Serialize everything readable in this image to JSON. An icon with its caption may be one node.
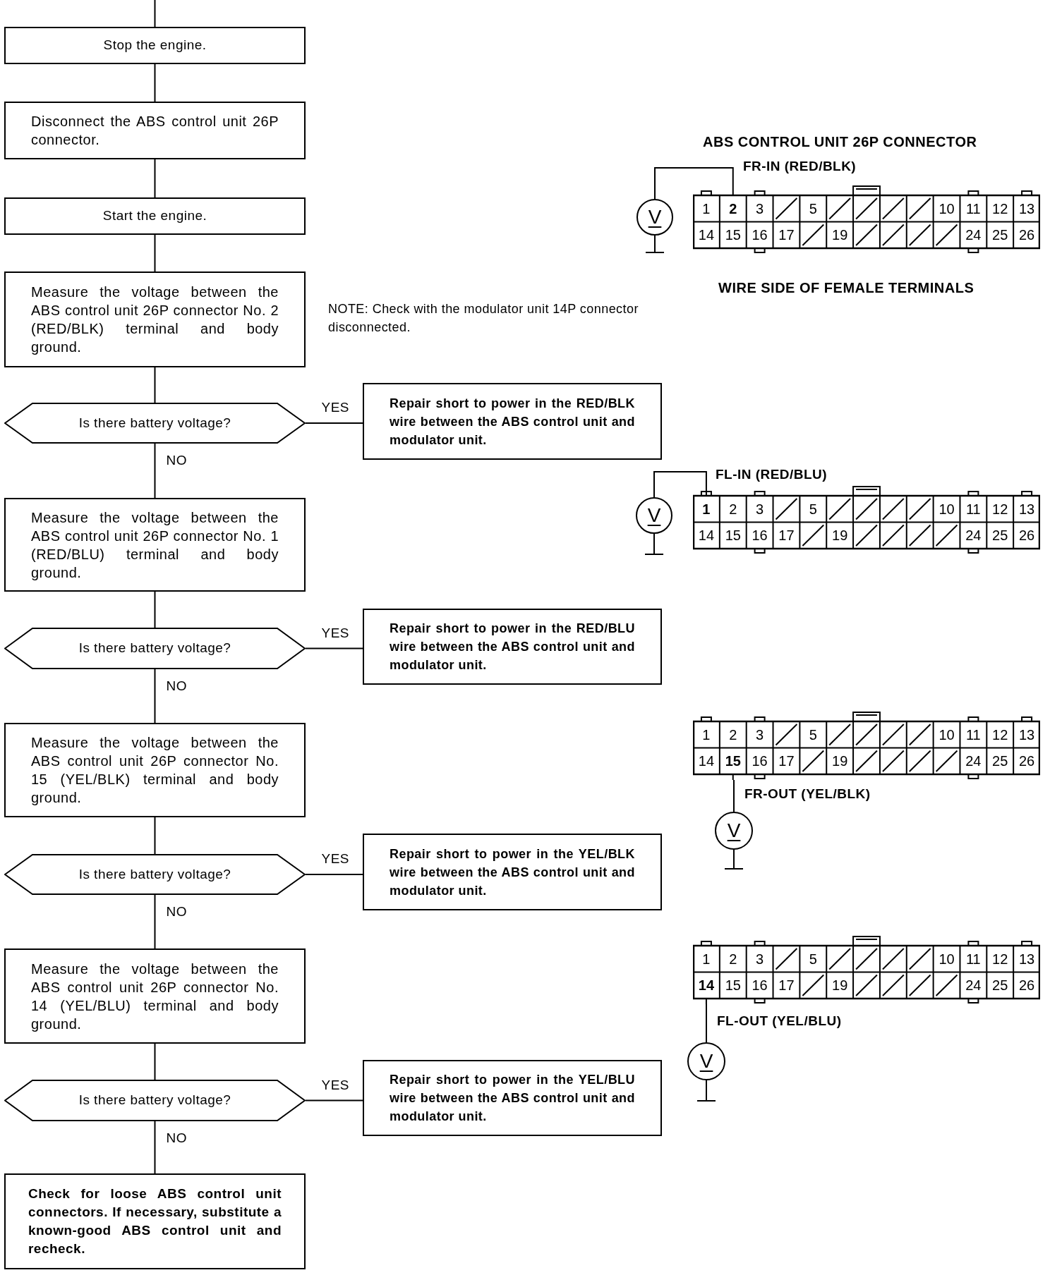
{
  "diagram": {
    "nodes": [
      {
        "text": [
          "Stop the engine."
        ]
      },
      {
        "text": [
          "Disconnect the ABS control unit 26P connector."
        ]
      },
      {
        "text": [
          "Start the engine."
        ]
      },
      {
        "text": [
          "Measure the voltage between the ABS control unit 26P connector No. 2 (RED/BLK) terminal and body ground."
        ]
      },
      {
        "text": [
          "Is there battery voltage?"
        ]
      },
      {
        "text": [
          "Repair short to power in the RED/BLK wire between the ABS control unit and modulator unit."
        ]
      },
      {
        "text": [
          "Measure the voltage between the ABS control unit 26P connector No. 1 (RED/BLU) terminal and body ground."
        ]
      },
      {
        "text": [
          "Is there battery voltage?"
        ]
      },
      {
        "text": [
          "Repair short to power in the RED/BLU wire between the ABS control unit and modulator unit."
        ]
      },
      {
        "text": [
          "Measure the voltage between the ABS control unit 26P connector No. 15 (YEL/BLK) terminal and body ground."
        ]
      },
      {
        "text": [
          "Is there battery voltage?"
        ]
      },
      {
        "text": [
          "Repair short to power in the YEL/BLK wire between the ABS control unit and modulator unit."
        ]
      },
      {
        "text": [
          "Measure the voltage between the ABS control unit 26P connector No. 14 (YEL/BLU) terminal and body ground."
        ]
      },
      {
        "text": [
          "Is there battery voltage?"
        ]
      },
      {
        "text": [
          "Repair short to power in the YEL/BLU wire between the ABS control unit and modulator unit."
        ]
      },
      {
        "text": [
          "Check for loose ABS control unit connectors. If necessary, substitute a known-good ABS control unit and recheck."
        ]
      },
      {
        "text": [],
        "shape": "box"
      },
      {
        "text": [
          "V"
        ]
      },
      {
        "text": [],
        "shape": "box"
      },
      {
        "text": [
          "V"
        ]
      },
      {
        "text": [],
        "shape": "box"
      },
      {
        "text": [
          "V"
        ]
      },
      {
        "text": [],
        "shape": "box"
      },
      {
        "text": [
          "V"
        ]
      }
    ],
    "edges": [
      {
        "from": null,
        "to": 0,
        "arrow": "none"
      },
      {
        "from": 0,
        "to": 1,
        "arrow": "none"
      },
      {
        "from": 1,
        "to": 2,
        "arrow": "none"
      },
      {
        "from": 2,
        "to": 3,
        "arrow": "none"
      },
      {
        "from": 3,
        "to": 4,
        "arrow": "none"
      },
      {
        "from": 4,
        "to": 5,
        "arrow": "none",
        "label": "YES"
      },
      {
        "from": 4,
        "to": 6,
        "arrow": "none",
        "label": "NO"
      },
      {
        "from": 6,
        "to": 7,
        "arrow": "none"
      },
      {
        "from": 7,
        "to": 8,
        "arrow": "none",
        "label": "YES"
      },
      {
        "from": 7,
        "to": 9,
        "arrow": "none",
        "label": "NO"
      },
      {
        "from": 9,
        "to": 10,
        "arrow": "none"
      },
      {
        "from": 10,
        "to": 11,
        "arrow": "none",
        "label": "YES"
      },
      {
        "from": 10,
        "to": 12,
        "arrow": "none",
        "label": "NO"
      },
      {
        "from": 12,
        "to": 13,
        "arrow": "none"
      },
      {
        "from": 13,
        "to": 14,
        "arrow": "none",
        "label": "YES"
      },
      {
        "from": 13,
        "to": 15,
        "arrow": "none",
        "label": "NO"
      },
      {
        "from": 17,
        "to": 16,
        "arrow": "none"
      },
      {
        "from": 19,
        "to": 18,
        "arrow": "none"
      },
      {
        "from": 21,
        "to": 20,
        "arrow": "none"
      },
      {
        "from": 23,
        "to": 22,
        "arrow": "none"
      }
    ],
    "labels": [
      "ABS CONTROL UNIT 26P CONNECTOR",
      "FR-IN (RED/BLK)",
      "1",
      "2",
      "3",
      "5",
      "10",
      "11",
      "12",
      "13",
      "14",
      "15",
      "16",
      "17",
      "19",
      "24",
      "25",
      "26",
      "WIRE SIDE OF FEMALE TERMINALS",
      "NOTE: Check with the modulator unit 14P connector disconnected.",
      "FL-IN (RED/BLU)",
      "1",
      "2",
      "3",
      "5",
      "10",
      "11",
      "12",
      "13",
      "14",
      "15",
      "16",
      "17",
      "19",
      "24",
      "25",
      "26",
      "1",
      "2",
      "3",
      "5",
      "10",
      "11",
      "12",
      "13",
      "14",
      "15",
      "16",
      "17",
      "19",
      "24",
      "25",
      "26",
      "FR-OUT (YEL/BLK)",
      "1",
      "2",
      "3",
      "5",
      "10",
      "11",
      "12",
      "13",
      "14",
      "15",
      "16",
      "17",
      "19",
      "24",
      "25",
      "26",
      "FL-OUT (YEL/BLU)"
    ]
  }
}
